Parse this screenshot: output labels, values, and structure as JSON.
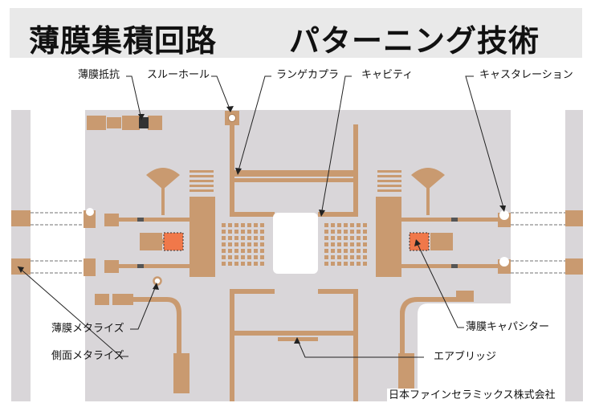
{
  "title": {
    "main": "薄膜集積回路",
    "sub": "パターニング技術"
  },
  "labels": {
    "thin_film_resistor": "薄膜抵抗",
    "through_hole": "スルーホール",
    "lange_coupler": "ランゲカプラ",
    "cavity": "キャビティ",
    "castellation": "キャスタレーション",
    "thin_film_metallize": "薄膜メタライズ",
    "side_metallize": "側面メタライズ",
    "thin_film_capacitor": "薄膜キャパシター",
    "air_bridge": "エアブリッジ"
  },
  "company": "日本ファインセラミックス株式会社",
  "colors": {
    "substrate": "#d9d6d9",
    "trace": "#c99a70",
    "resistor": "#333333",
    "capacitor": "#f0784a",
    "leader": "#222222"
  }
}
